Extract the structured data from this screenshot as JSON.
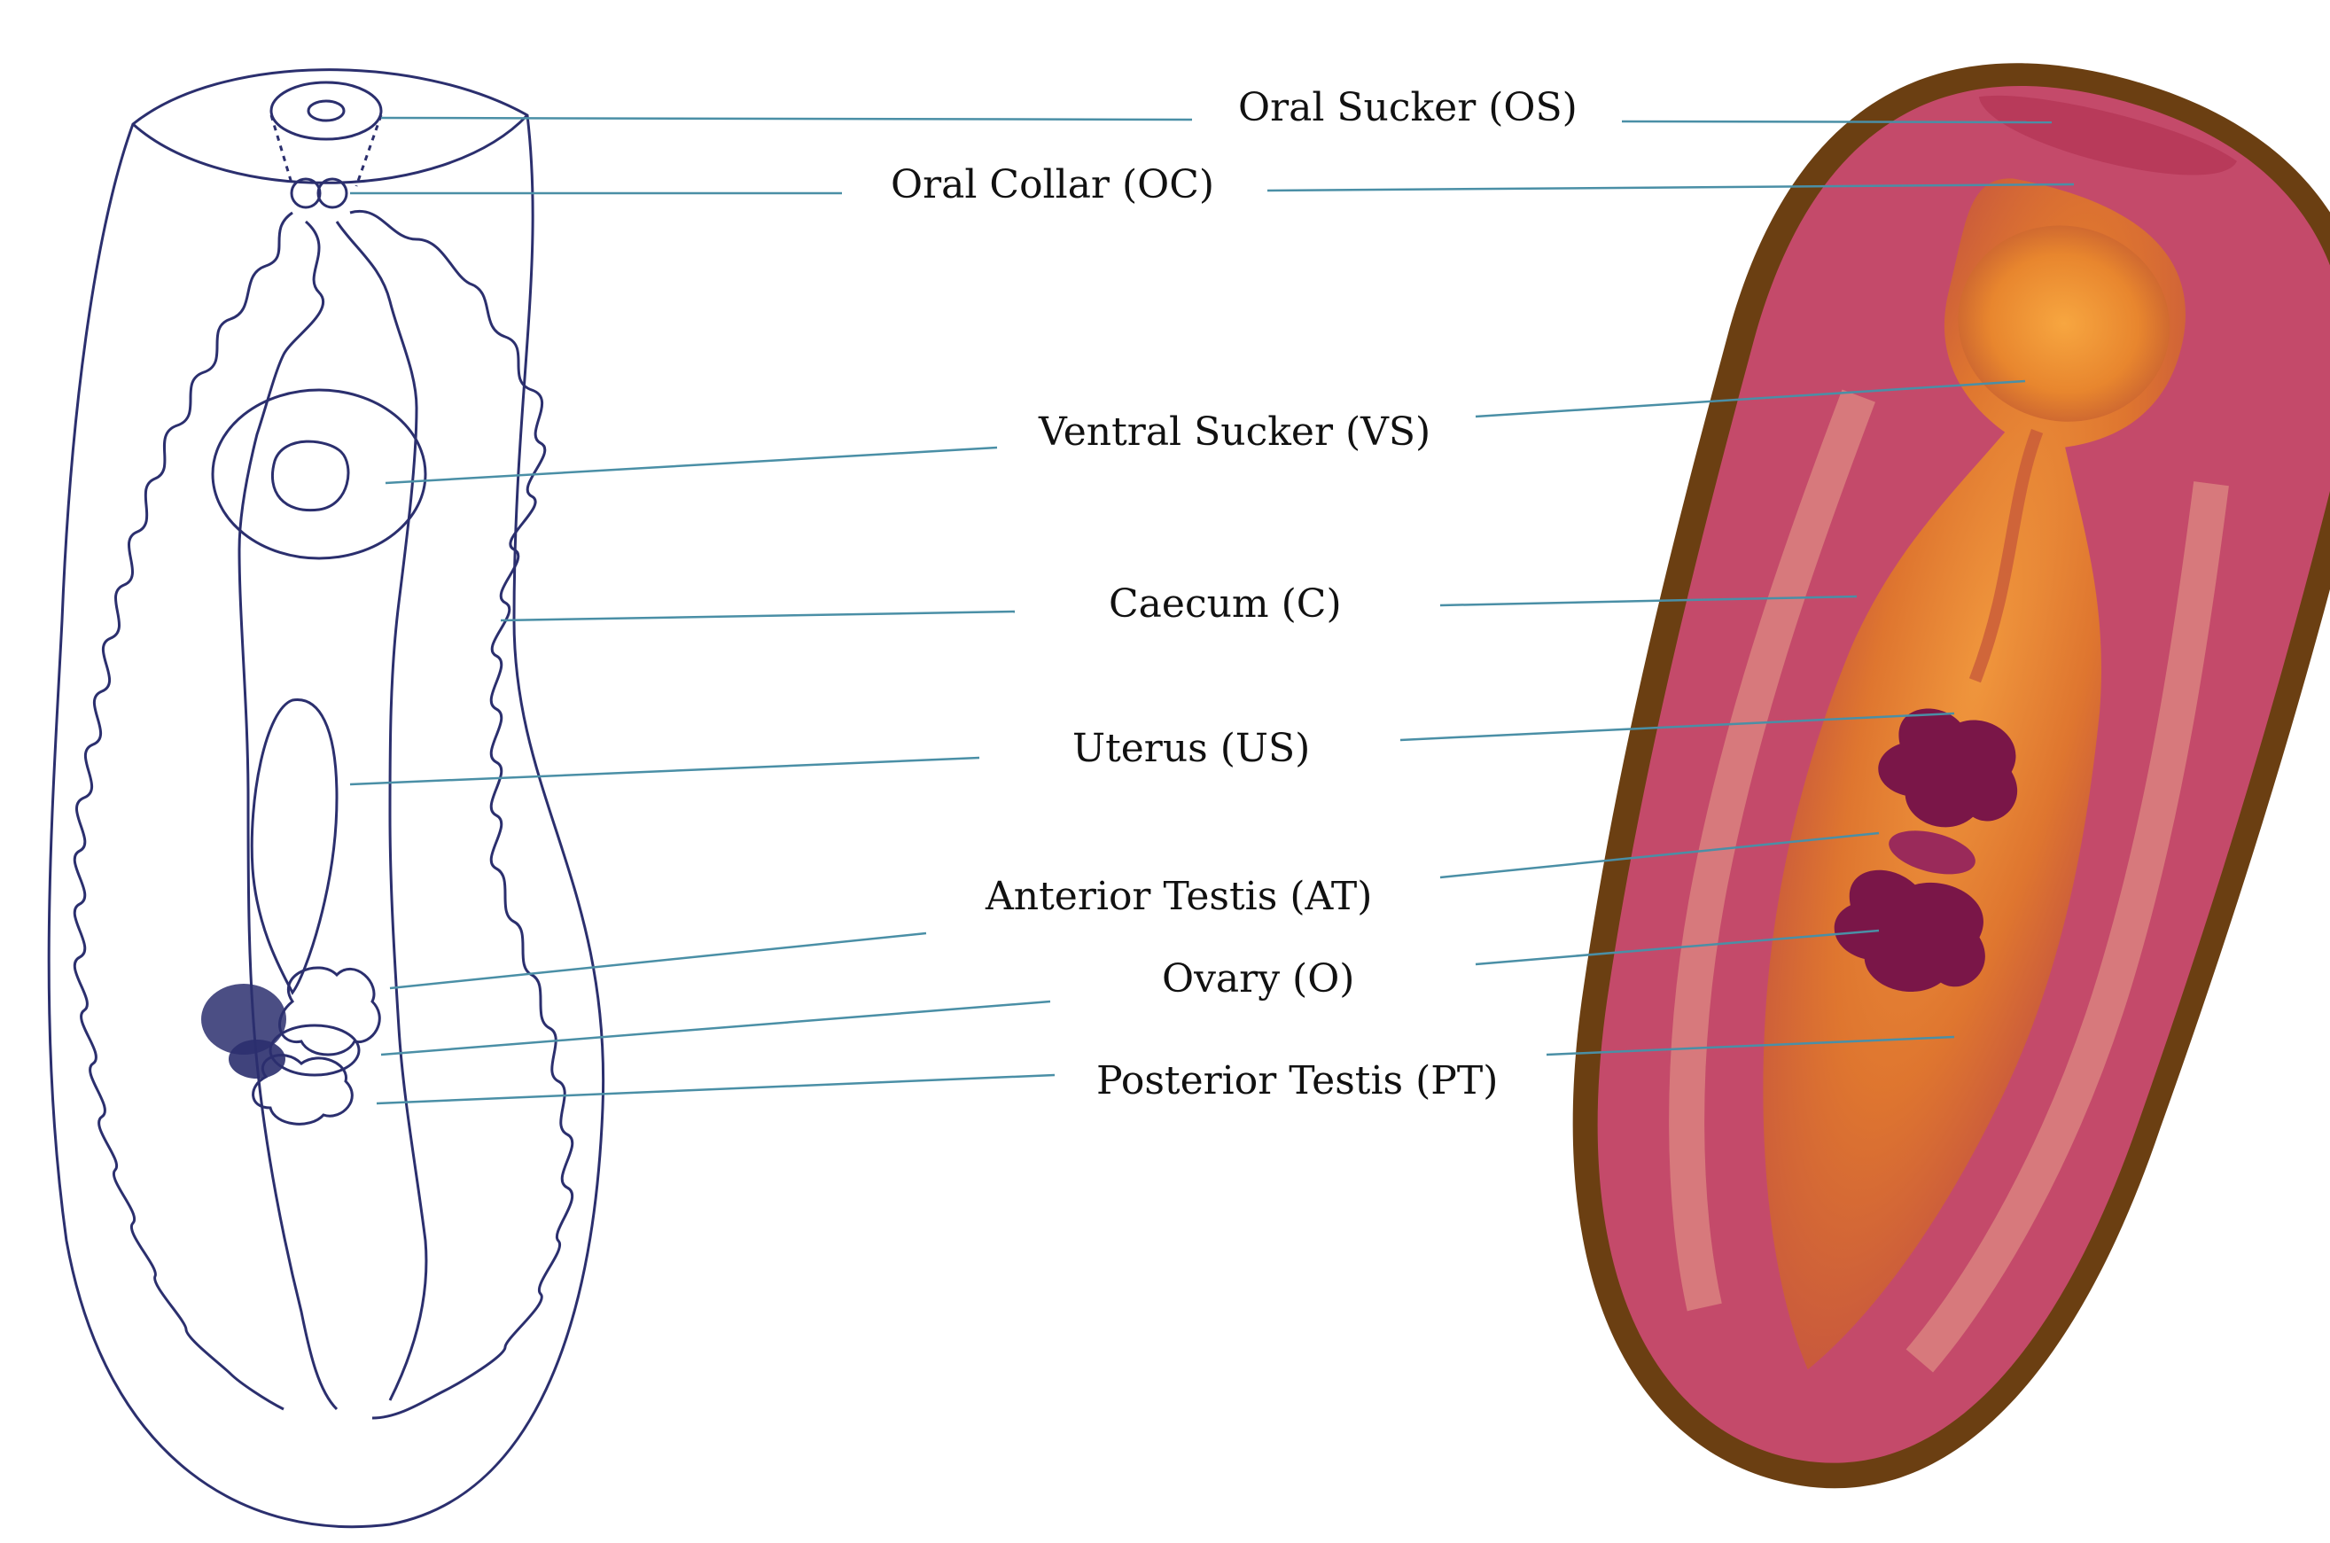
{
  "labels": {
    "oral_sucker": "Oral Sucker (OS)",
    "oral_collar": "Oral Collar (OC)",
    "ventral_sucker": "Ventral Sucker (VS)",
    "caecum": "Caecum (C)",
    "uterus": "Uterus (US)",
    "anterior_testis": "Anterior Testis (AT)",
    "ovary": "Ovary (O)",
    "posterior_testis": "Posterior Testis (PT)"
  },
  "colors": {
    "leader_line": "#4a8fa6",
    "drawing_ink": "#2b2f6e",
    "specimen_rim": "#6b3f12",
    "specimen_body": "#c44a6a",
    "specimen_gut": "#e0782c",
    "specimen_gonad": "#7a1648"
  },
  "icons": {
    "left_panel": "fluke-line-drawing",
    "right_panel": "stained-fluke-micrograph"
  }
}
